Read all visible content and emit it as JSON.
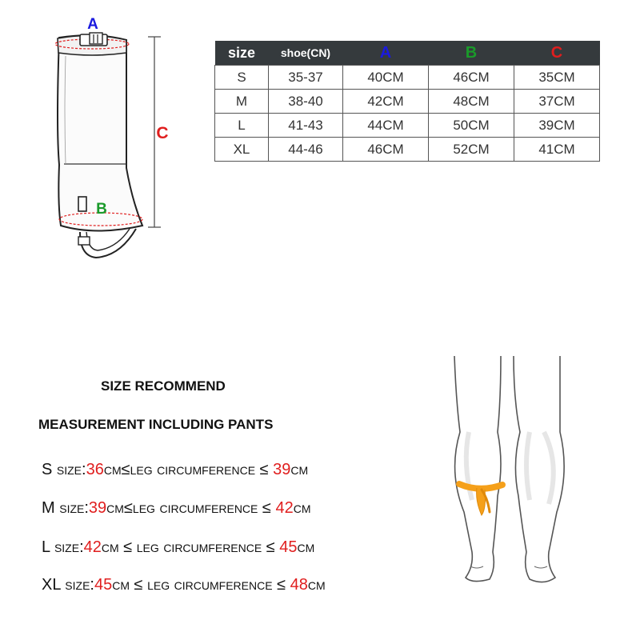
{
  "diagram": {
    "label_a": "A",
    "label_b": "B",
    "label_c": "C",
    "colors": {
      "a": "#1a1adf",
      "b": "#1a9a2a",
      "c": "#e01e1e",
      "strap": "#f5a01a"
    }
  },
  "table": {
    "headers": {
      "size": "size",
      "shoe": "shoe(CN)",
      "a": "A",
      "b": "B",
      "c": "C"
    },
    "rows": [
      {
        "size": "S",
        "shoe": "35-37",
        "a": "40CM",
        "b": "46CM",
        "c": "35CM"
      },
      {
        "size": "M",
        "shoe": "38-40",
        "a": "42CM",
        "b": "48CM",
        "c": "37CM"
      },
      {
        "size": "L",
        "shoe": "41-43",
        "a": "44CM",
        "b": "50CM",
        "c": "39CM"
      },
      {
        "size": "XL",
        "shoe": "44-46",
        "a": "46CM",
        "b": "52CM",
        "c": "41CM"
      }
    ]
  },
  "recommend": {
    "title": "SIZE RECOMMEND",
    "subtitle": "MEASUREMENT INCLUDING PANTS",
    "rows": [
      {
        "size": "S",
        "label": " size:",
        "min": "36",
        "cm1": "cm",
        "mid": "≤leg circumference ≤ ",
        "max": "39",
        "cm2": "cm"
      },
      {
        "size": "M",
        "label": " size:",
        "min": "39",
        "cm1": "cm",
        "mid": "≤leg circumference ≤ ",
        "max": "42",
        "cm2": "cm"
      },
      {
        "size": "L",
        "label": " size:",
        "min": "42",
        "cm1": "cm",
        "mid": " ≤ leg circumference ≤ ",
        "max": "45",
        "cm2": "cm"
      },
      {
        "size": "XL",
        "label": " size:",
        "min": "45",
        "cm1": "cm",
        "mid": " ≤ leg circumference ≤ ",
        "max": "48",
        "cm2": "cm"
      }
    ]
  }
}
